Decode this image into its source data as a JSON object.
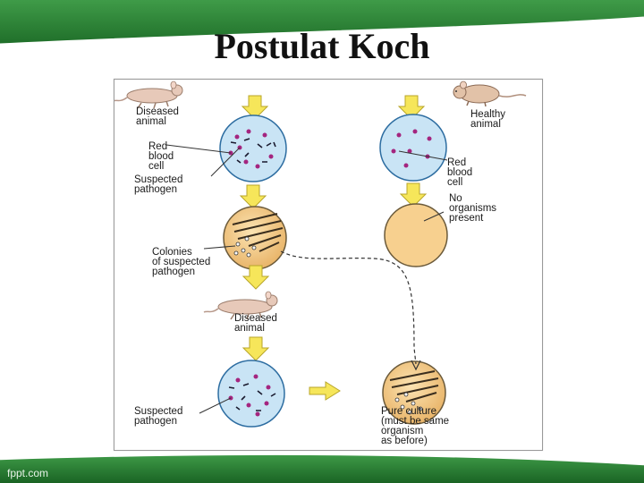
{
  "slide": {
    "title": "Postulat Koch",
    "brand": "fppt.com"
  },
  "labels": {
    "diseased_animal_1": "Diseased\nanimal",
    "red_blood_cell_left": "Red\nblood\ncell",
    "suspected_pathogen_1": "Suspected\npathogen",
    "colonies": "Colonies\nof suspected\npathogen",
    "diseased_animal_2": "Diseased\nanimal",
    "suspected_pathogen_2": "Suspected\npathogen",
    "healthy_animal": "Healthy\nanimal",
    "red_blood_cell_right": "Red\nblood\ncell",
    "no_organisms": "No\norganisms\npresent",
    "pure_culture": "Pure culture\n(must be same\norganism\nas before)"
  },
  "colors": {
    "band_green": "#1f7a2c",
    "band_light": "#3f9b48",
    "arrow_yellow": "#f6e65a",
    "arrow_stroke": "#b8a62a",
    "blood_fill": "#c9e4f5",
    "blood_stroke": "#2d6da1",
    "rbc_dot": "#a4257f",
    "pathogen_dash": "#1a1a2e",
    "culture_fill": "#f7d08f",
    "culture_stroke": "#6b5a3a",
    "leader_line": "#333333"
  },
  "icons": {
    "animal": "rodent-icon",
    "arrow": "down-arrow-icon",
    "plate": "petri-dish-icon"
  }
}
